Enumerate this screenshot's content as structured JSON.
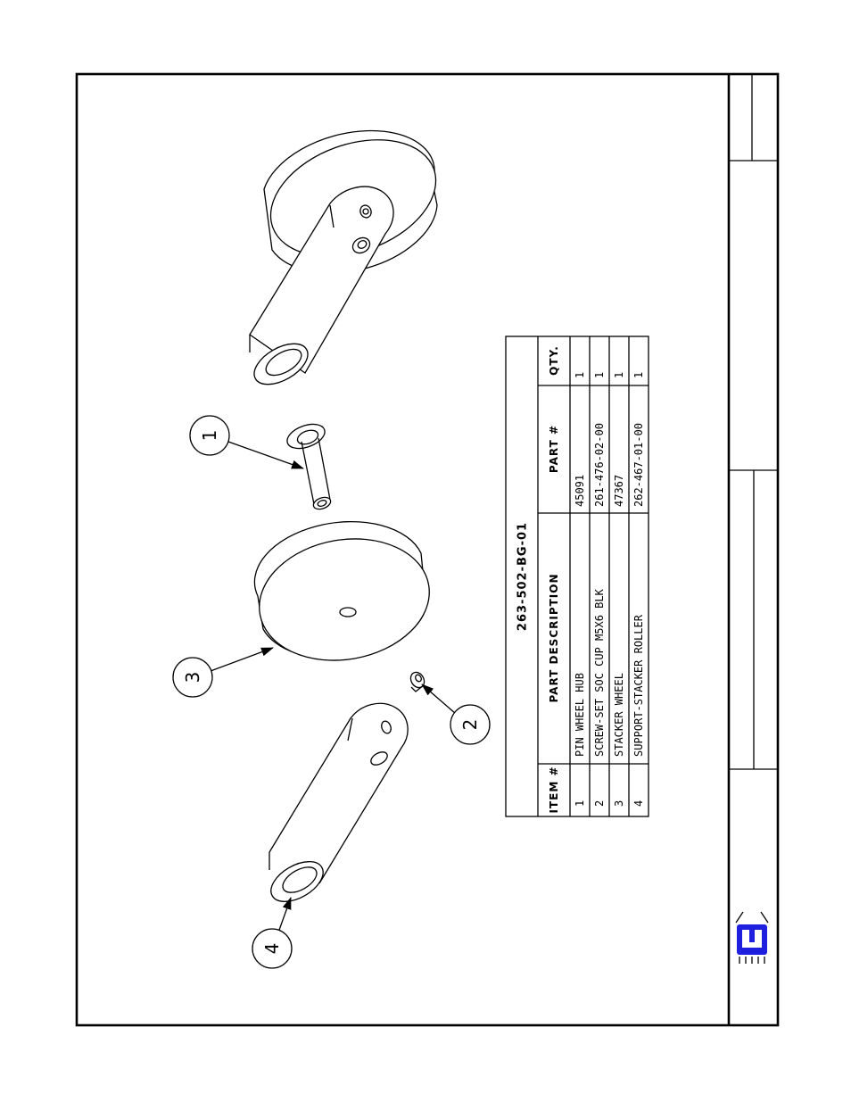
{
  "bom": {
    "title": "263-502-BG-01",
    "headers": {
      "item": "ITEM #",
      "description": "PART DESCRIPTION",
      "part": "PART #",
      "qty": "QTY."
    },
    "rows": [
      {
        "item": "1",
        "description": "PIN WHEEL HUB",
        "part": "45091",
        "qty": "1"
      },
      {
        "item": "2",
        "description": "SCREW-SET SOC CUP M5X6 BLK",
        "part": "261-476-02-00",
        "qty": "1"
      },
      {
        "item": "3",
        "description": "STACKER WHEEL",
        "part": "47367",
        "qty": "1"
      },
      {
        "item": "4",
        "description": "SUPPORT-STACKER ROLLER",
        "part": "262-467-01-00",
        "qty": "1"
      }
    ]
  },
  "balloons": [
    {
      "id": "balloon-1",
      "label": "1"
    },
    {
      "id": "balloon-2",
      "label": "2"
    },
    {
      "id": "balloon-3",
      "label": "3"
    },
    {
      "id": "balloon-4",
      "label": "4"
    }
  ],
  "logo": {
    "letter": "B",
    "color": "#1f1fe0"
  }
}
